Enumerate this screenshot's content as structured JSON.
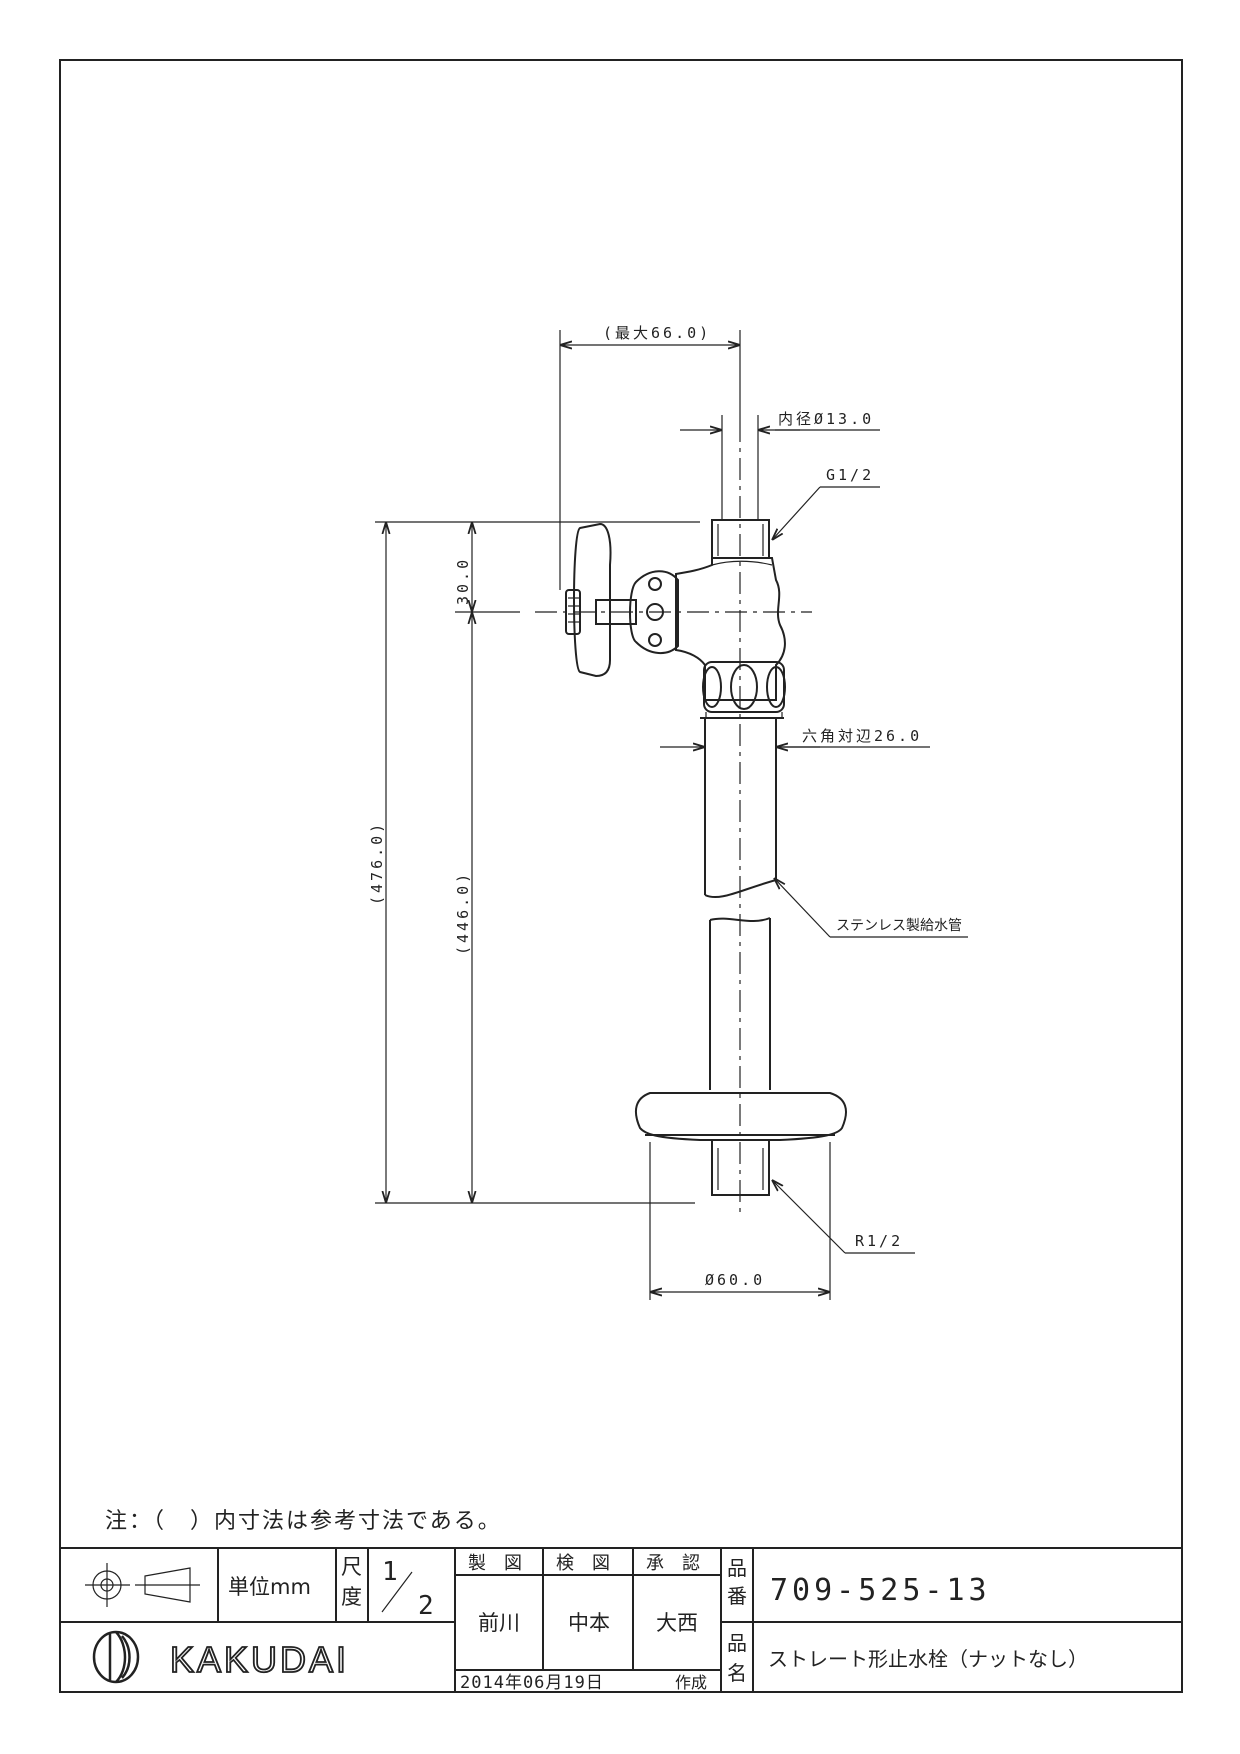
{
  "drawing": {
    "dimensions": {
      "max_width": "(最大66.0)",
      "inner_diameter": "内径Ø13.0",
      "thread_top": "G1/2",
      "offset_30": "30.0",
      "hex_across_flats": "六角対辺26.0",
      "total_height": "(476.0)",
      "body_height": "(446.0)",
      "pipe_material": "ステンレス製給水管",
      "thread_bottom": "R1/2",
      "flange_diameter": "Ø60.0"
    },
    "note": "注：（　）内寸法は参考寸法である。"
  },
  "title_block": {
    "unit_label": "単位mm",
    "scale_label_1": "尺",
    "scale_label_2": "度",
    "scale_numerator": "1",
    "scale_denominator": "2",
    "roles": [
      "製　図",
      "検　図",
      "承　認"
    ],
    "names": [
      "前川",
      "中本",
      "大西"
    ],
    "part_no_label_1": "品",
    "part_no_label_2": "番",
    "part_no": "709-525-13",
    "part_name_label_1": "品",
    "part_name_label_2": "名",
    "part_name": "ストレート形止水栓（ナットなし）",
    "company": "KAKUDAI",
    "date": "2014年06月19日",
    "date_suffix": "作成"
  }
}
